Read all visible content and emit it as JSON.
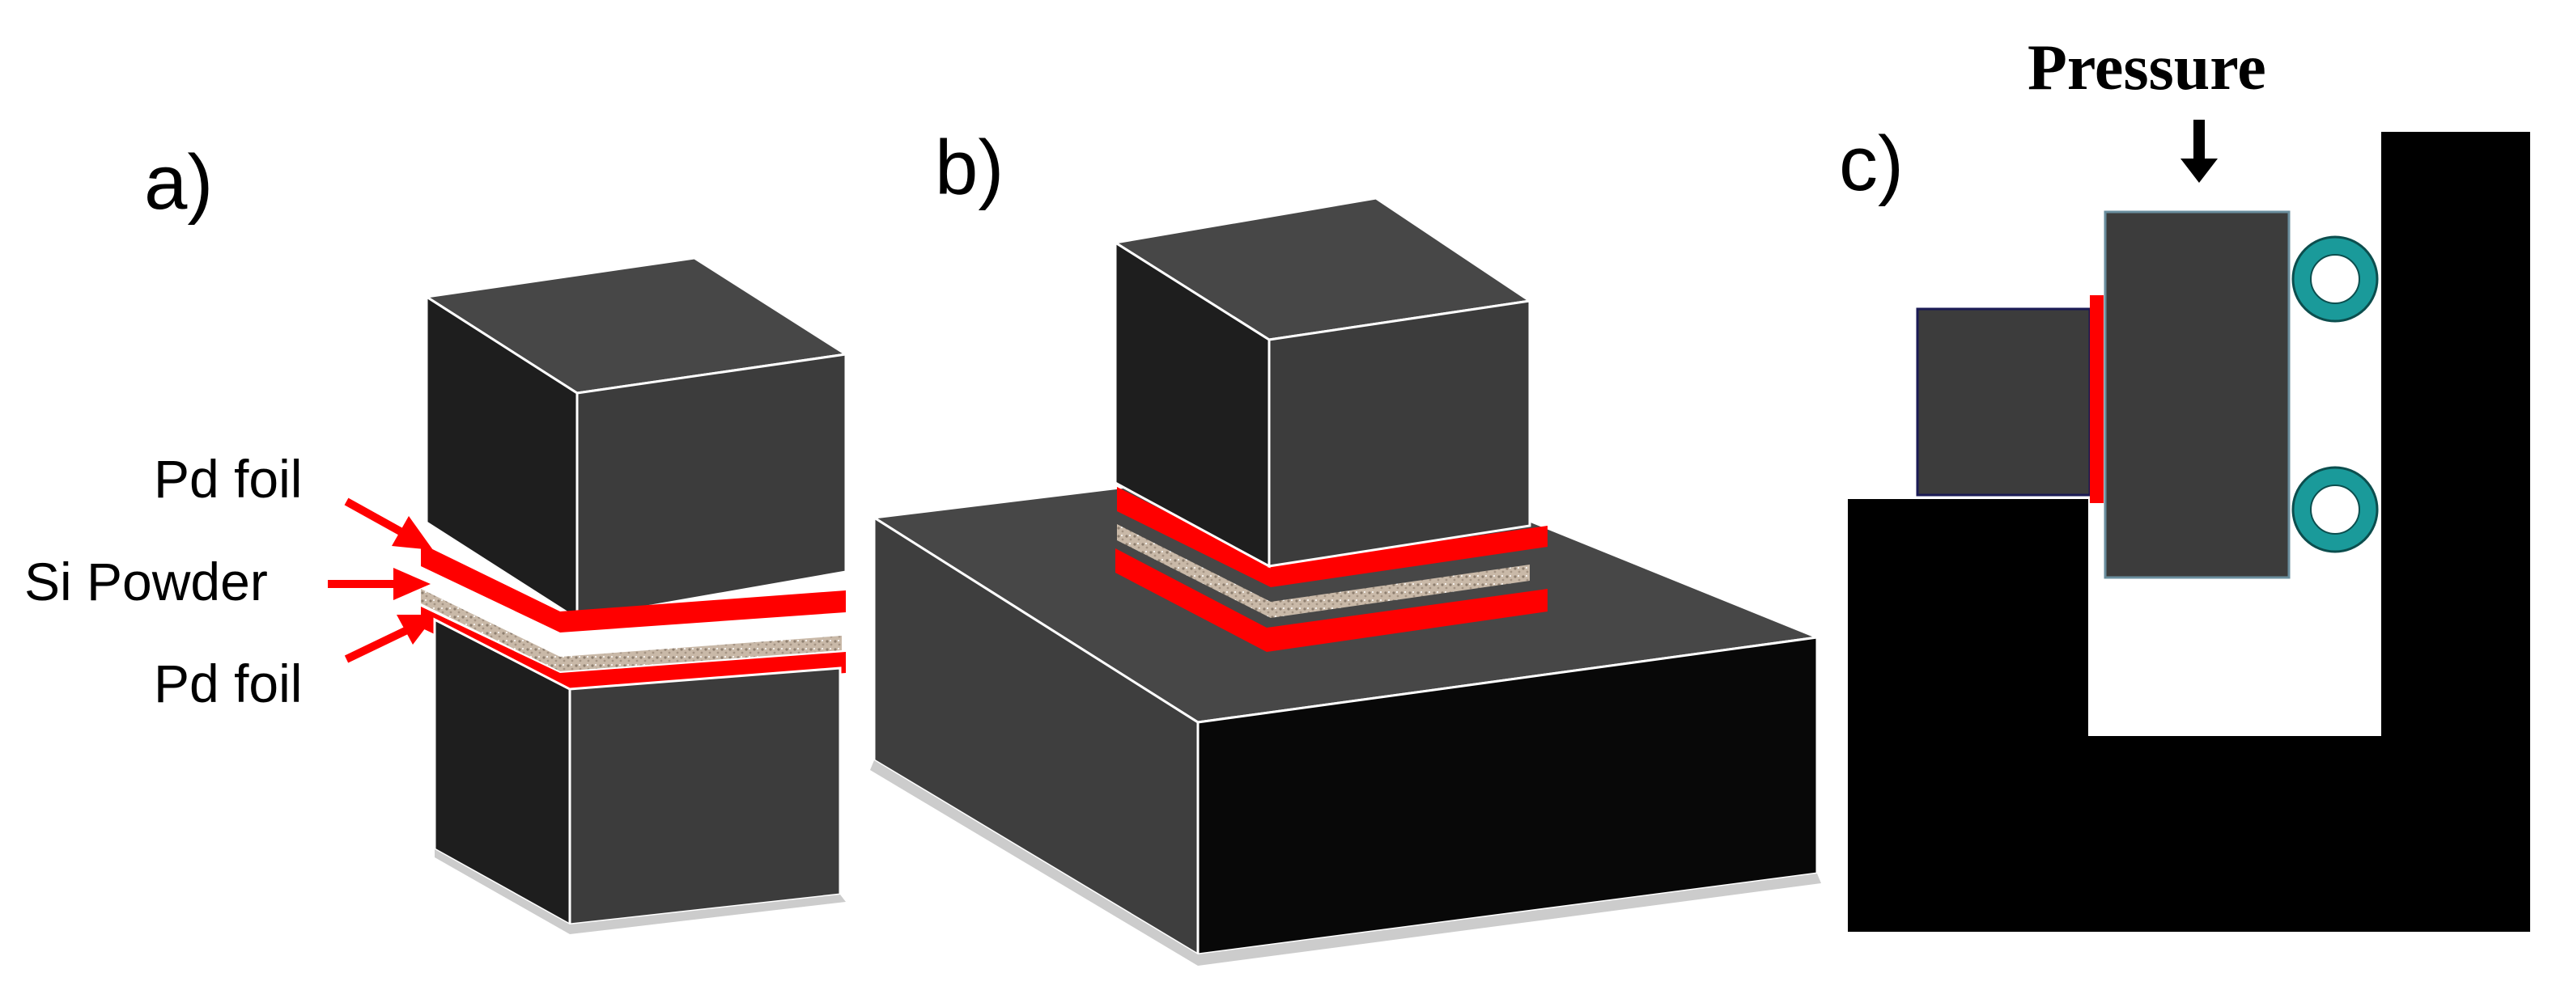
{
  "panels": {
    "a": {
      "label": "a)"
    },
    "b": {
      "label": "b)"
    },
    "c": {
      "label": "c)"
    }
  },
  "callouts": {
    "pd_top": "Pd foil",
    "si_powder": "Si Powder",
    "pd_bottom": "Pd foil"
  },
  "pressure_label": "Pressure",
  "colors": {
    "block_dark": "#1e1e1e",
    "block_face": "#3c3c3c",
    "block_top": "#474747",
    "foil": "#ff0000",
    "powder": "#c8b8a8",
    "ring": "#1a9a9a",
    "frame": "#000000"
  }
}
